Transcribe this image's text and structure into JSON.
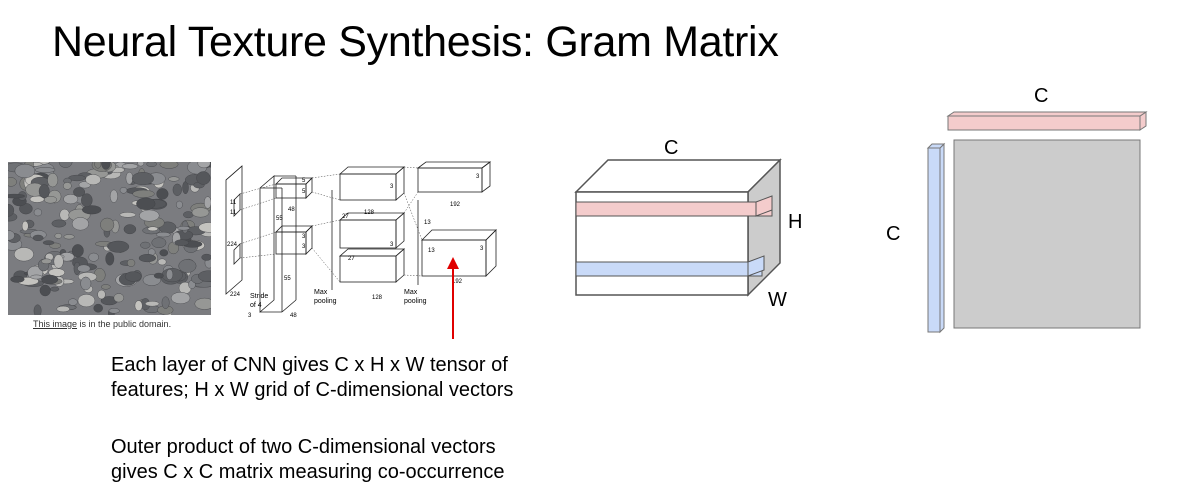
{
  "slide": {
    "title": "Neural Texture Synthesis: Gram Matrix",
    "image_credit": {
      "link_text": "This image",
      "rest": " is in the public domain."
    },
    "paragraph_1": [
      "Each layer of CNN gives C x H x W tensor of",
      "features; H x W grid of C-dimensional vectors"
    ],
    "paragraph_2": [
      "Outer product of two C-dimensional vectors",
      "gives C x C matrix measuring co-occurrence"
    ]
  },
  "cnn_diagram": {
    "numbers": [
      "11",
      "11",
      "224",
      "224",
      "3",
      "5",
      "5",
      "3",
      "3",
      "48",
      "55",
      "55",
      "27",
      "27",
      "128",
      "128",
      "13",
      "13",
      "192",
      "192",
      "3",
      "3",
      "3",
      "3",
      "48"
    ],
    "stride_label": [
      "Stride",
      "of 4"
    ],
    "pooling_label_1": [
      "Max",
      "pooling"
    ],
    "pooling_label_2": [
      "Max",
      "pooling"
    ]
  },
  "tensor_diagram": {
    "label_c": "C",
    "label_h": "H",
    "label_w": "W",
    "row_color_red": "#f4cccc",
    "row_color_blue": "#c9daf8"
  },
  "gram_diagram": {
    "label_c_top": "C",
    "label_c_left": "C",
    "matrix_color": "#cccccc",
    "vector_red": "#f4cccc",
    "vector_blue": "#c9daf8"
  },
  "colors": {
    "arrow": "#e00000",
    "outline": "#555555"
  }
}
